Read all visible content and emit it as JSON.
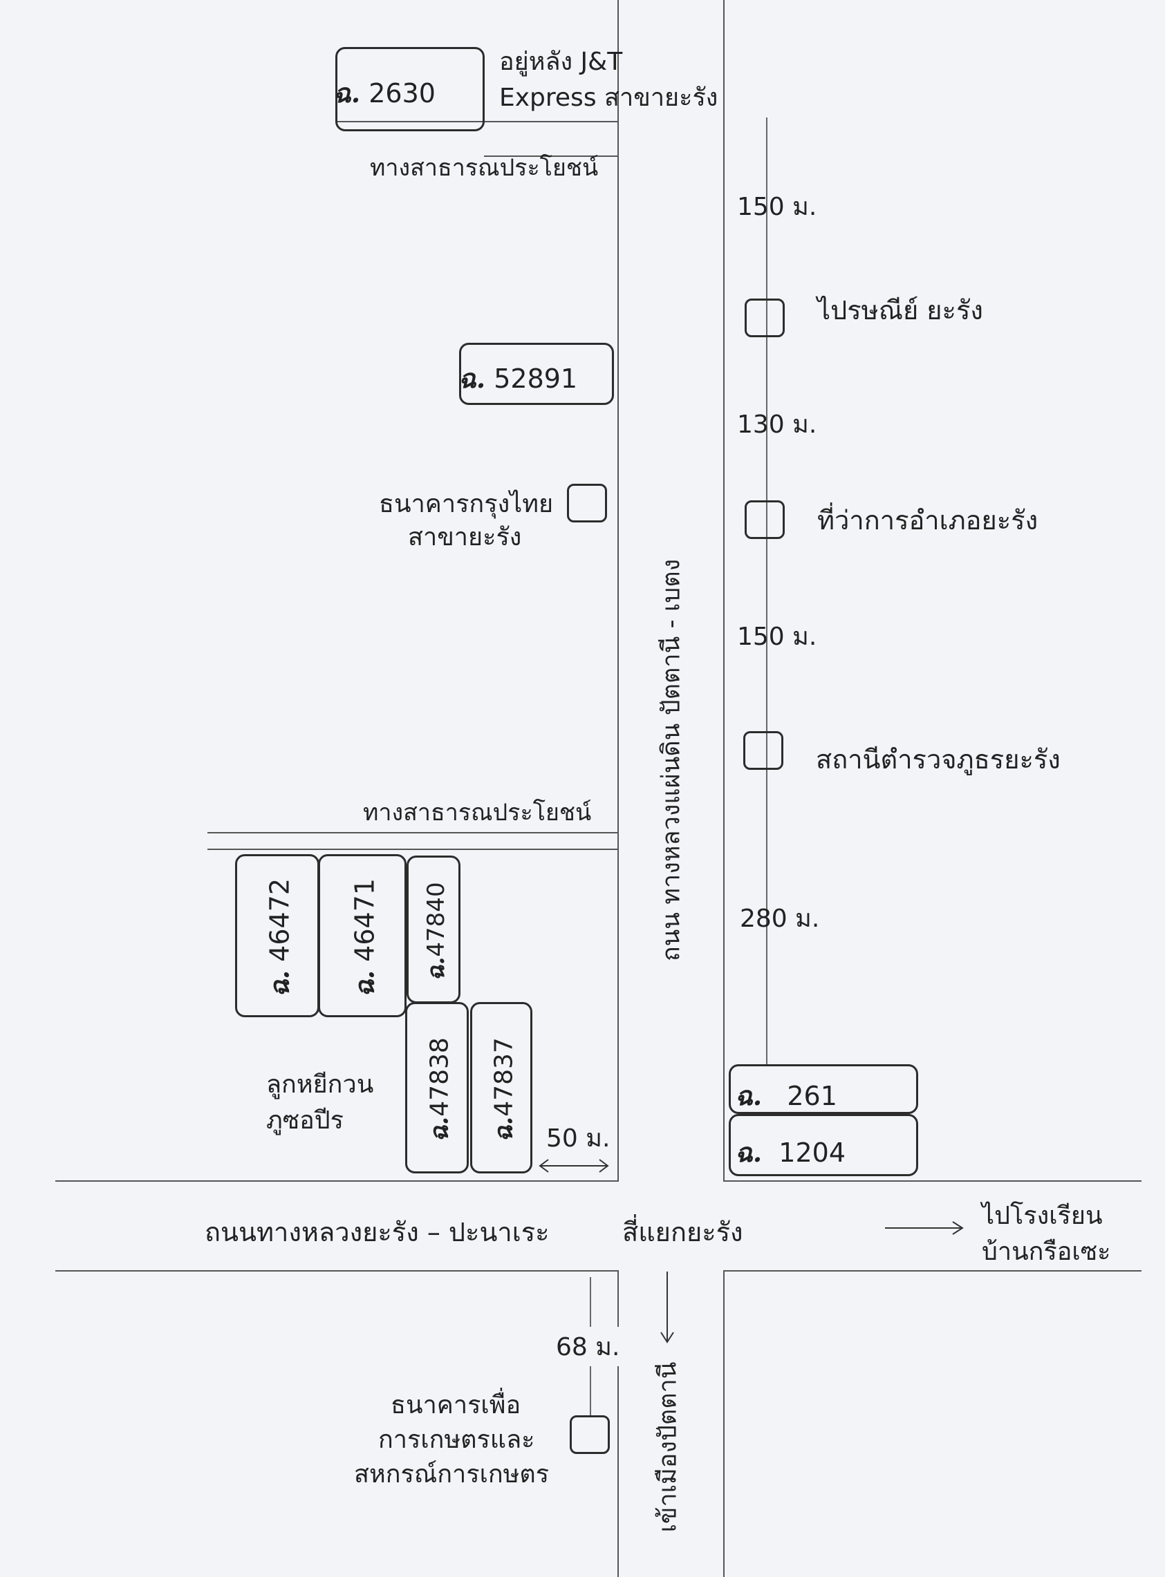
{
  "prefix": "ฉ.",
  "parcels": {
    "p2630": "2630",
    "p52891": "52891",
    "p46472": "46472",
    "p46471": "46471",
    "p47840": "47840",
    "p47838": "47838",
    "p47837": "47837",
    "p261": "261",
    "p1204": "1204"
  },
  "labels": {
    "jt_line1": "อยู่หลัง J&T",
    "jt_line2": "Express สาขายะรัง",
    "public_way_top": "ทางสาธารณประโยชน์",
    "public_way_mid": "ทางสาธารณประโยชน์",
    "ktb_line1": "ธนาคารกรุงไทย",
    "ktb_line2": "สาขายะรัง",
    "post_office": "ไปรษณีย์ ยะรัง",
    "district_office": "ที่ว่าการอำเภอยะรัง",
    "police": "สถานีตำรวจภูธรยะรัง",
    "kwan_line1": "ลูกหยีกวน",
    "kwan_line2": "ภูซอปีร",
    "highway_vertical": "ถนน ทางหลวงแผ่นดิน ปัตตานี - เบตง",
    "highway_horizontal": "ถนนทางหลวงยะรัง – ปะนาเระ",
    "intersection": "สี่แยกยะรัง",
    "school_line1": "ไปโรงเรียน",
    "school_line2": "บ้านกรือเซะ",
    "to_pattani": "เข้าเมืองปัตตานี",
    "baac_line1": "ธนาคารเพื่อ",
    "baac_line2": "การเกษตรและ",
    "baac_line3": "สหกรณ์การเกษตร"
  },
  "distances": {
    "d1": "150 ม.",
    "d2": "130 ม.",
    "d3": "150 ม.",
    "d4": "280 ม.",
    "d5": "50 ม.",
    "d6": "68 ม."
  }
}
